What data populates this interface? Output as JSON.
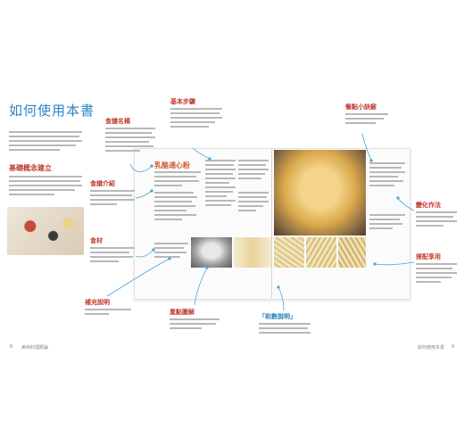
{
  "page": {
    "main_title": "如何使用本書",
    "concept_title": "基礎概念建立"
  },
  "book": {
    "recipe_title": "乳酪通心粉"
  },
  "callouts": {
    "dish_name": "食譜名稱",
    "basic_steps": "基本步驟",
    "tips": "餐點小訣竅",
    "ingredient_intro": "食譜介紹",
    "ingredients": "食材",
    "variations": "變化作法",
    "supplement": "補充說明",
    "key_techniques": "重點圖解",
    "serving": "搭配享用",
    "measure_note": "「和數說明」"
  },
  "footer": {
    "left_number": "8",
    "left_text": "美味料理概論",
    "right_text": "如何使用本書",
    "right_number": "9"
  },
  "colors": {
    "title_blue": "#2a86c7",
    "heading_red": "#c0392b",
    "line_blue": "#4aa3d6"
  }
}
